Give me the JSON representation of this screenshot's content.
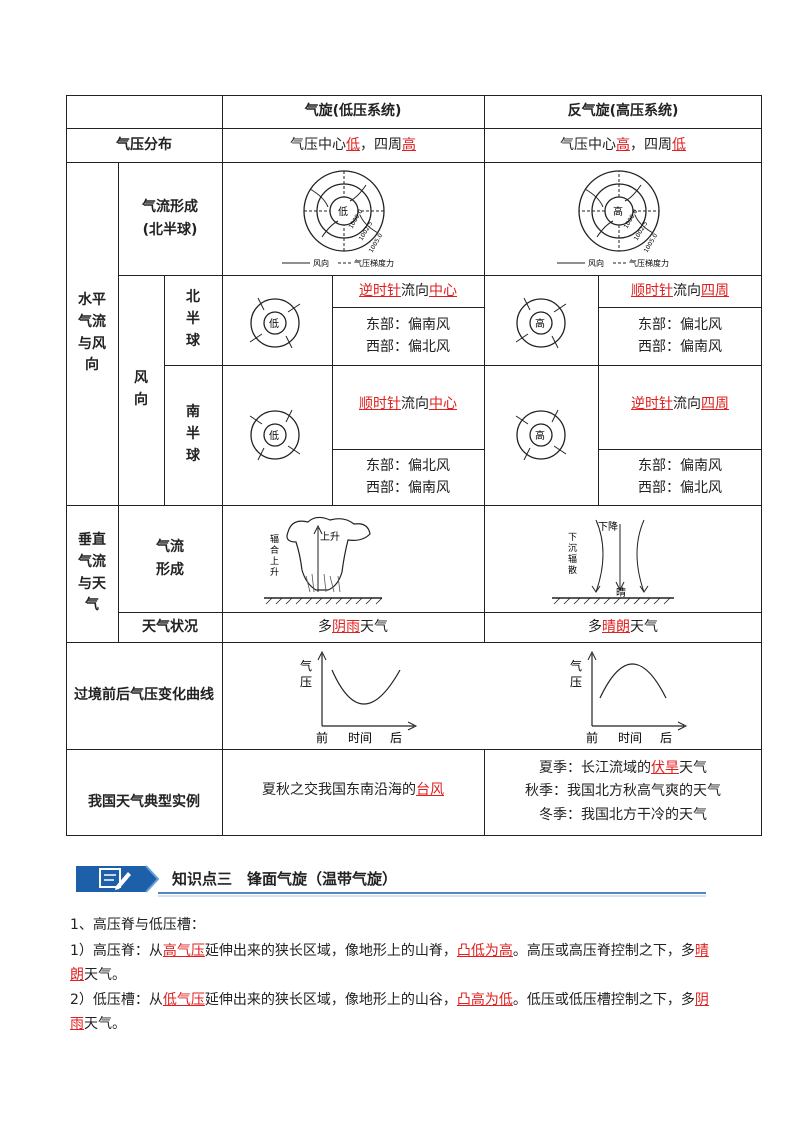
{
  "header": {
    "cyclone": "气旋(低压系统)",
    "anticyclone": "反气旋(高压系统)"
  },
  "rows": {
    "pressure": {
      "label": "气压分布",
      "cyclone": [
        "气压中心",
        "低",
        "，四周",
        "高"
      ],
      "anticyclone": [
        "气压中心",
        "高",
        "，四周",
        "低"
      ]
    },
    "horizontal": {
      "label": [
        "水平",
        "气流",
        "与风",
        "向"
      ]
    },
    "formation": {
      "label": [
        "气流形成",
        "(北半球)"
      ],
      "low": "低",
      "high": "高",
      "legend_wind": "风向",
      "legend_force": "气压梯度力",
      "isobars_low": [
        "1000.0",
        "1002.5",
        "1005.0"
      ],
      "isobars_high": [
        "1000.0",
        "1002.5",
        "1005.0"
      ]
    },
    "wind_label": [
      "风",
      "向"
    ],
    "north": {
      "label": [
        "北",
        "半",
        "球"
      ],
      "cyclone_dir": [
        "逆时针",
        "流向",
        "中心"
      ],
      "cyclone_east": "东部：偏南风",
      "cyclone_west": "西部：偏北风",
      "anti_dir": [
        "顺时针",
        "流向",
        "四周"
      ],
      "anti_east": "东部：偏北风",
      "anti_west": "西部：偏南风"
    },
    "south": {
      "label": [
        "南",
        "半",
        "球"
      ],
      "cyclone_dir": [
        "顺时针",
        "流向",
        "中心"
      ],
      "cyclone_east": "东部：偏北风",
      "cyclone_west": "西部：偏南风",
      "anti_dir": [
        "逆时针",
        "流向",
        "四周"
      ],
      "anti_east": "东部：偏南风",
      "anti_west": "西部：偏北风"
    },
    "vertical": {
      "label": [
        "垂直",
        "气流",
        "与天",
        "气"
      ],
      "form_label": [
        "气流",
        "形成"
      ],
      "rise": "上升",
      "radial": [
        "辐",
        "合",
        "上",
        "升"
      ],
      "sink": "下降",
      "diverge": [
        "下",
        "沉",
        "辐",
        "散"
      ],
      "clear": "晴"
    },
    "weather": {
      "label": "天气状况",
      "cyclone": [
        "多",
        "阴雨",
        "天气"
      ],
      "anticyclone": [
        "多",
        "晴朗",
        "天气"
      ]
    },
    "curve": {
      "label": "过境前后气压变化曲线",
      "y": [
        "气",
        "压"
      ],
      "x": [
        "前",
        "时间",
        "后"
      ]
    },
    "example": {
      "label": "我国天气典型实例",
      "cyclone": [
        "夏秋之交我国东南沿海的",
        "台风"
      ],
      "anti_summer": [
        "夏季：长江流域的",
        "伏旱",
        "天气"
      ],
      "anti_autumn": "秋季：我国北方秋高气爽的天气",
      "anti_winter": "冬季：我国北方干冷的天气"
    }
  },
  "section": {
    "title": "知识点三　锋面气旋（温带气旋）"
  },
  "text": {
    "p1": "1、高压脊与低压槽：",
    "p2": [
      "1）高压脊：从",
      "高气压",
      "延伸出来的狭长区域，像地形上的山脊，",
      "凸低为高",
      "。高压或高压脊控制之下，多",
      "晴",
      "朗",
      "天气。"
    ],
    "p3": [
      "2）低压槽：从",
      "低气压",
      "延伸出来的狭长区域，像地形上的山谷，",
      "凸高为低",
      "。低压或低压槽控制之下，多",
      "阴",
      "雨",
      "天气。"
    ]
  }
}
